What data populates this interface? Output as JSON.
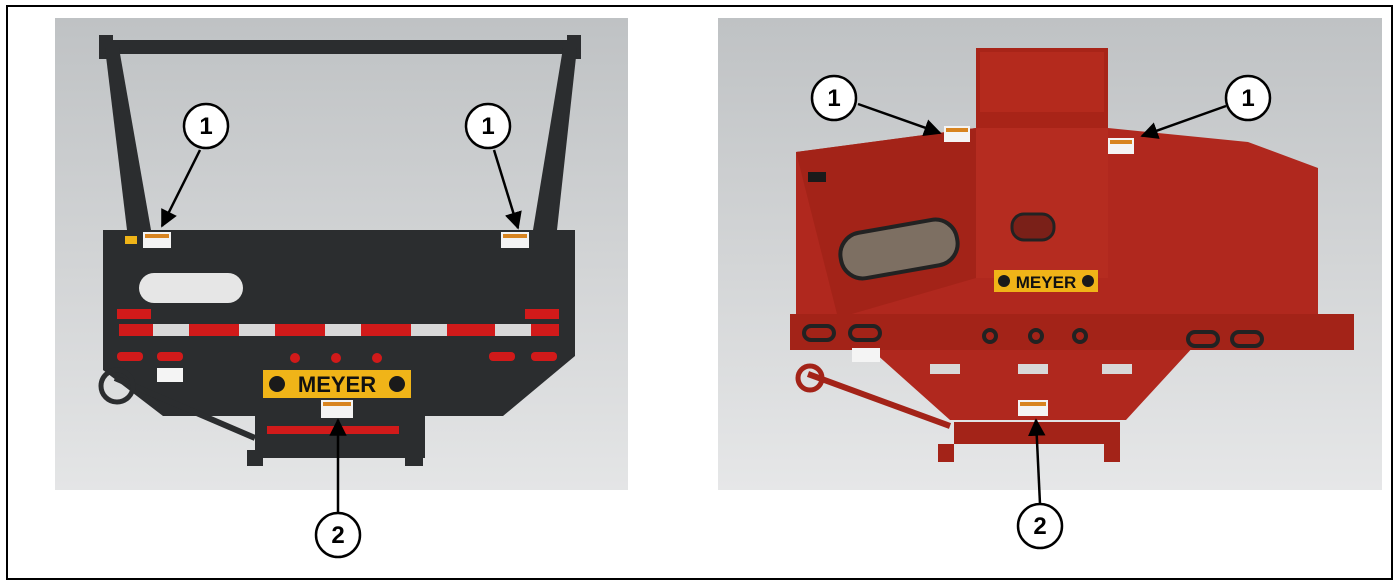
{
  "figure": {
    "panels": [
      {
        "name": "black-spreader",
        "brand": "MEYER",
        "body_color": "#2b2d2f",
        "callouts": [
          "1",
          "1",
          "2"
        ]
      },
      {
        "name": "red-spreader",
        "brand": "MEYER",
        "body_color": "#b0281e",
        "callouts": [
          "1",
          "1",
          "2"
        ]
      }
    ],
    "colors": {
      "background_gray": "#cfd1d2",
      "brand_plate": "#f0b418",
      "reflector_red": "#d11a1a",
      "reflector_white": "#d8d8d8"
    }
  }
}
